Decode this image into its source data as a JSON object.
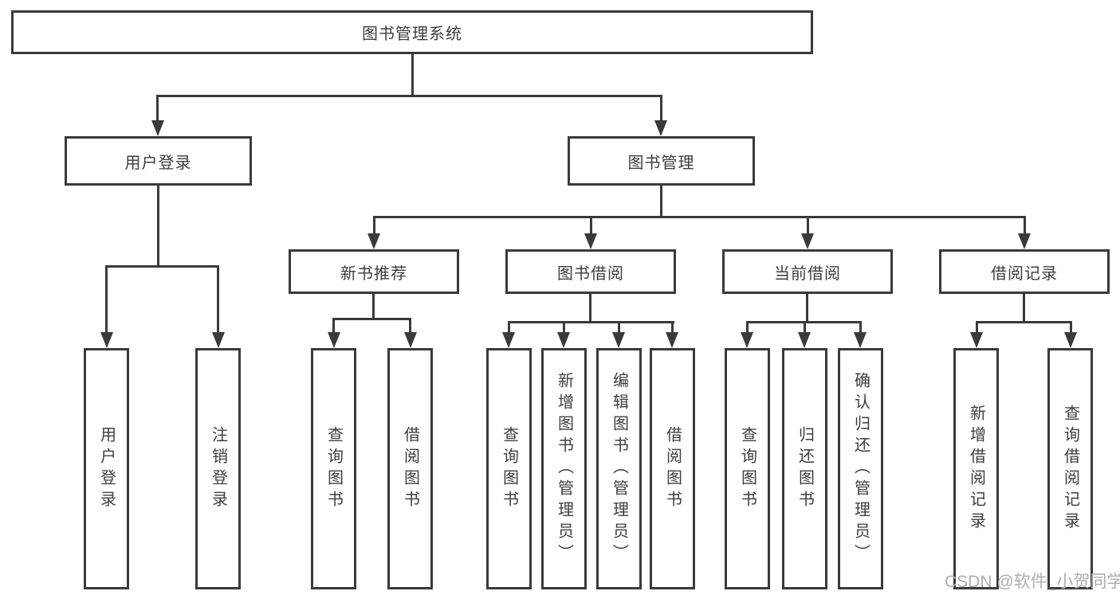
{
  "tree": {
    "root": "图书管理系统",
    "children": [
      {
        "label": "用户登录",
        "children": [
          {
            "label": "用户登录"
          },
          {
            "label": "注销登录"
          }
        ]
      },
      {
        "label": "图书管理",
        "children": [
          {
            "label": "新书推荐",
            "children": [
              {
                "label": "查询图书"
              },
              {
                "label": "借阅图书"
              }
            ]
          },
          {
            "label": "图书借阅",
            "children": [
              {
                "label": "查询图书"
              },
              {
                "label": "新增图书（管理员）"
              },
              {
                "label": "编辑图书（管理员）"
              },
              {
                "label": "借阅图书"
              }
            ]
          },
          {
            "label": "当前借阅",
            "children": [
              {
                "label": "查询图书"
              },
              {
                "label": "归还图书"
              },
              {
                "label": "确认归还（管理员）"
              }
            ]
          },
          {
            "label": "借阅记录",
            "children": [
              {
                "label": "新增借阅记录"
              },
              {
                "label": "查询借阅记录"
              }
            ]
          }
        ]
      }
    ]
  },
  "watermark": "CSDN @软件_小贺同学",
  "colors": {
    "line": "#3a3a3a",
    "text": "#3d3d3d",
    "watermark": "#aaadb2",
    "background": "#ffffff"
  }
}
